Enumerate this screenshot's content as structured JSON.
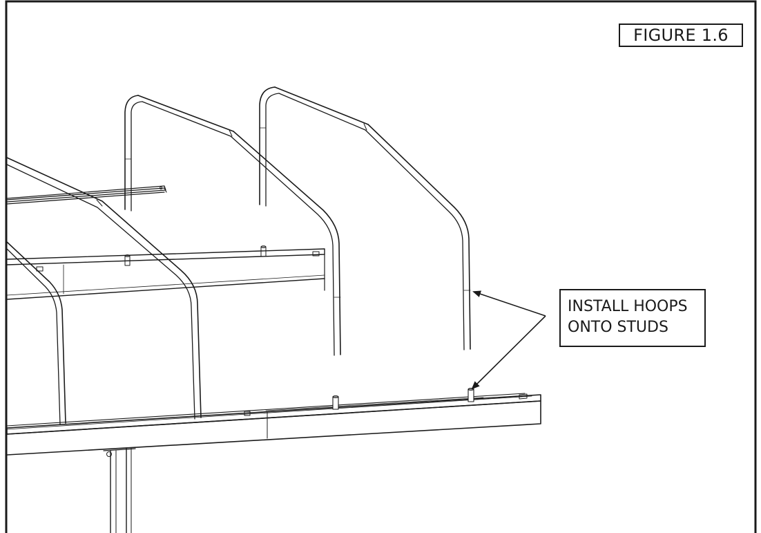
{
  "figure": {
    "label": "FIGURE 1.6"
  },
  "callout": {
    "line1": "INSTALL HOOPS",
    "line2": "ONTO STUDS"
  },
  "colors": {
    "ink": "#1a1a1a",
    "background": "#ffffff"
  }
}
